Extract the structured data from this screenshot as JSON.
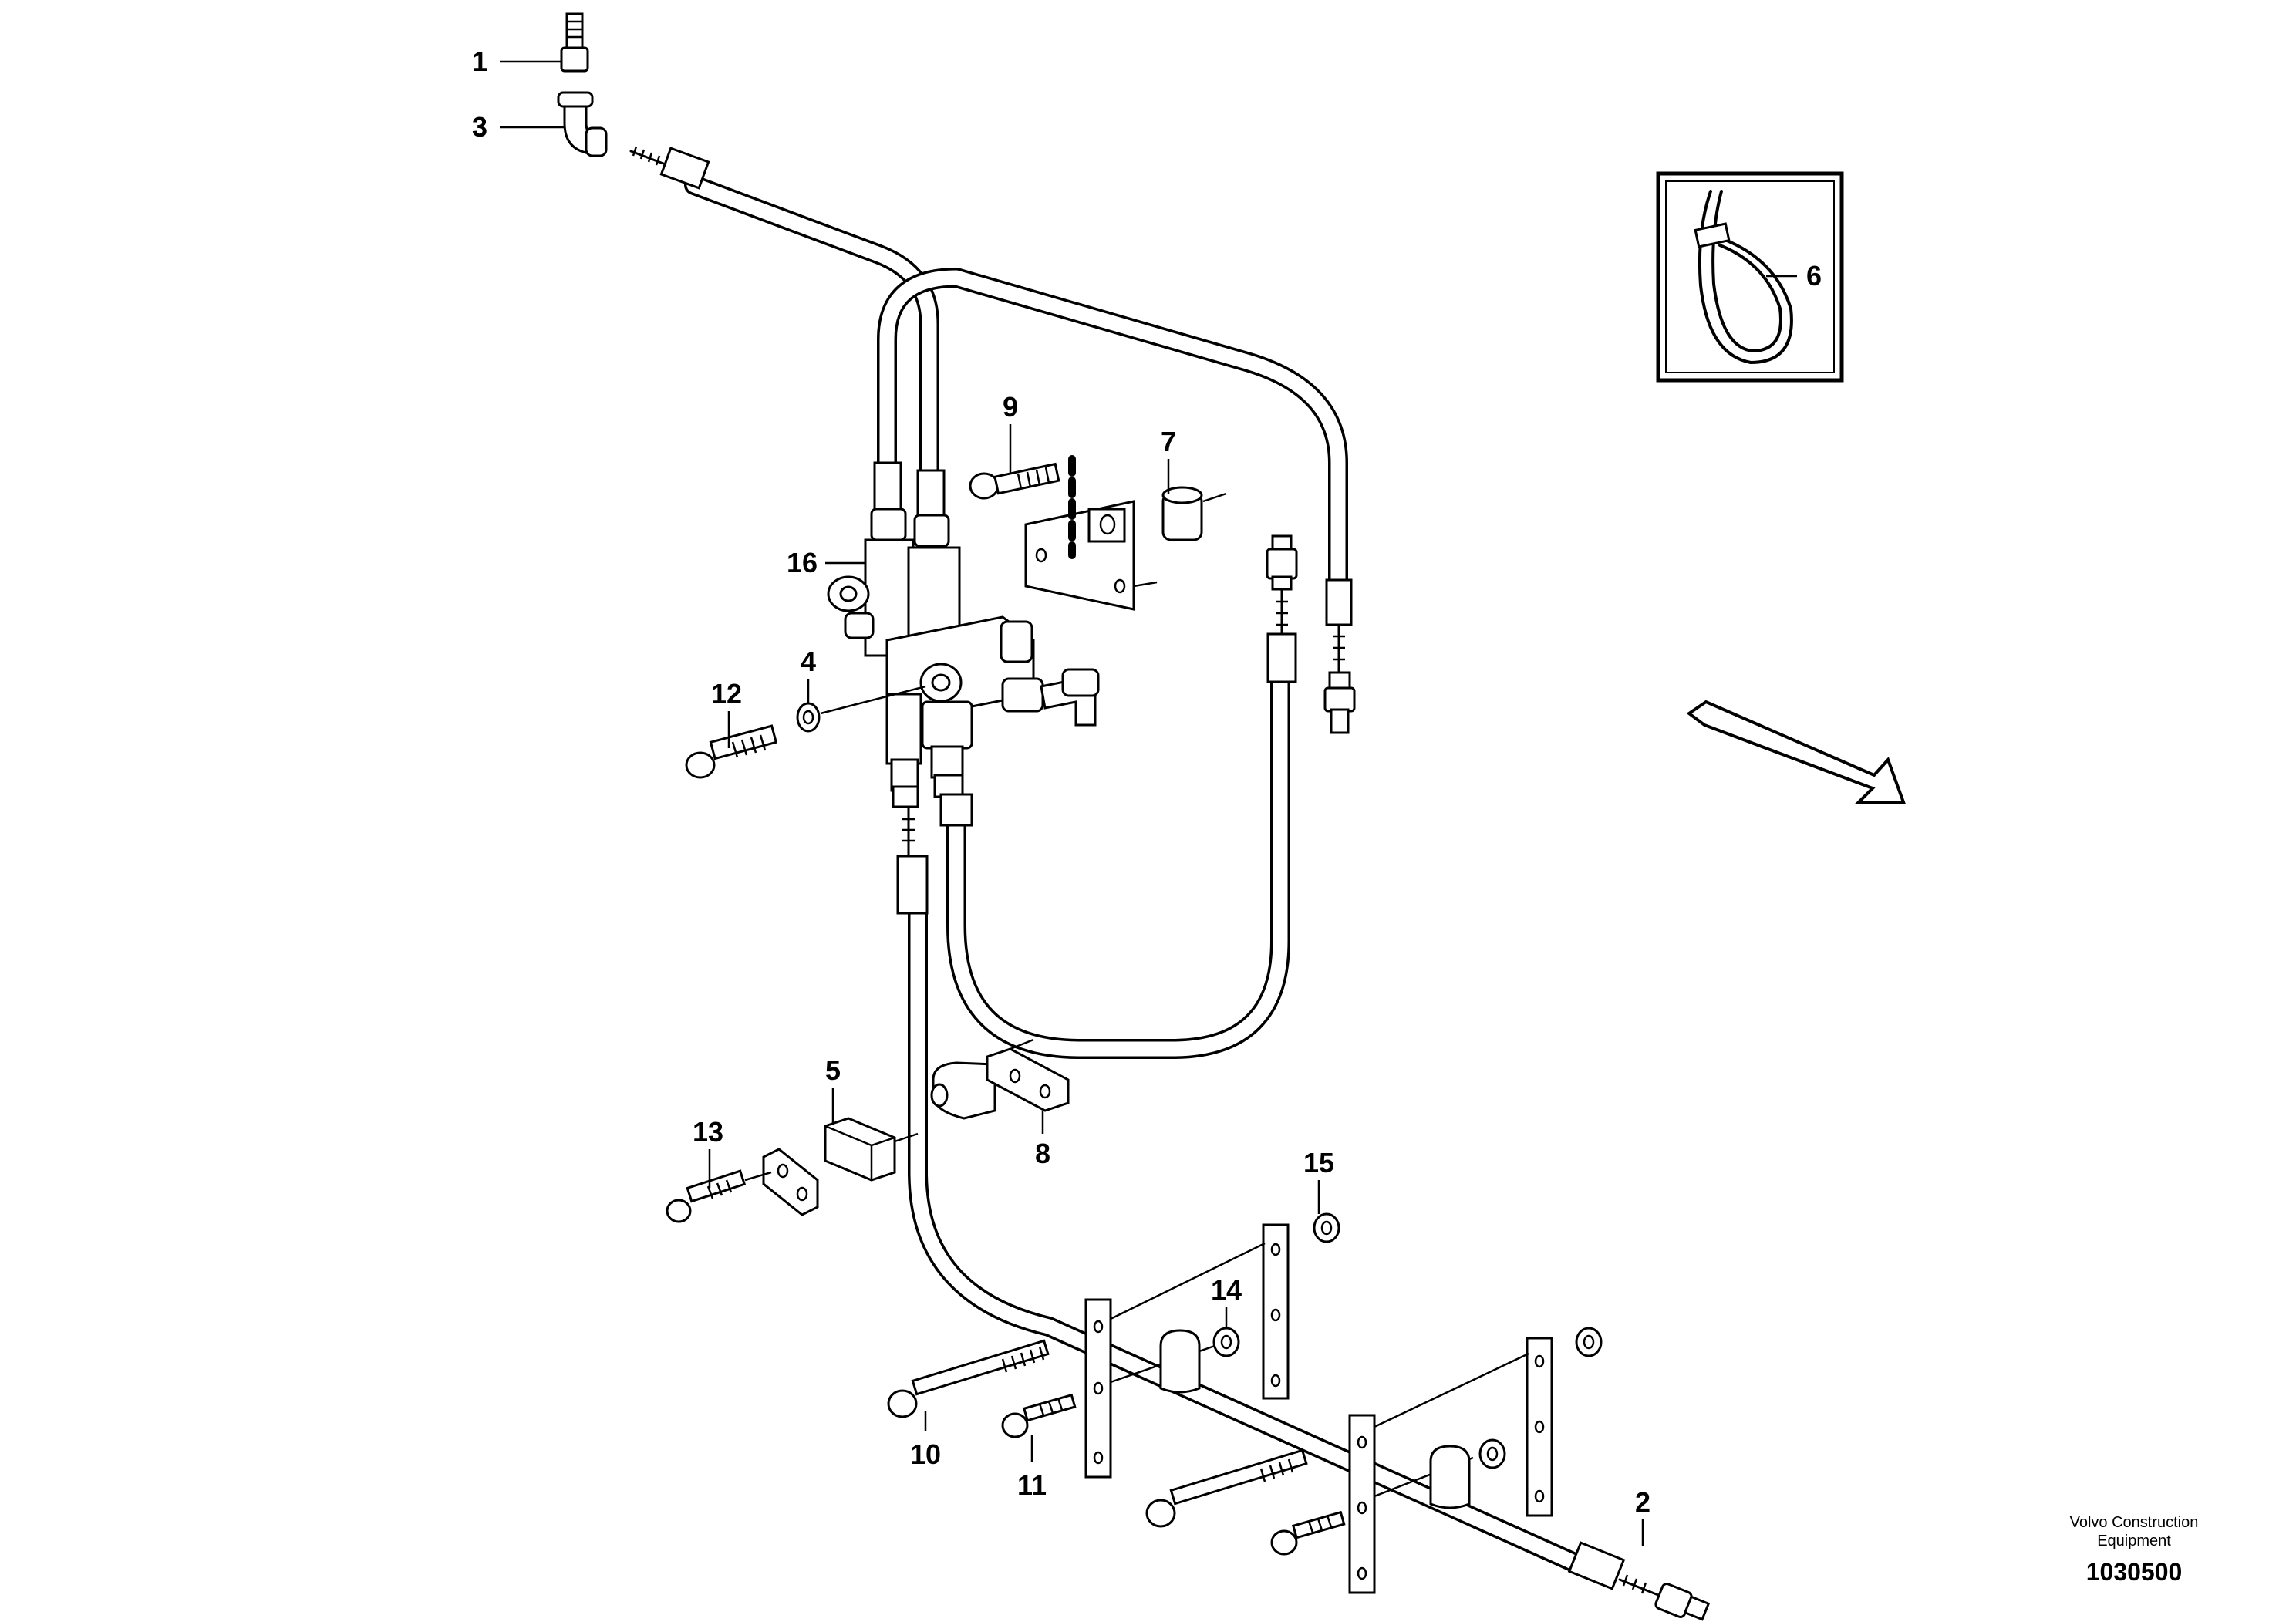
{
  "callouts": [
    {
      "number": "1"
    },
    {
      "number": "2"
    },
    {
      "number": "3"
    },
    {
      "number": "4"
    },
    {
      "number": "5"
    },
    {
      "number": "6"
    },
    {
      "number": "7"
    },
    {
      "number": "8"
    },
    {
      "number": "9"
    },
    {
      "number": "10"
    },
    {
      "number": "11"
    },
    {
      "number": "12"
    },
    {
      "number": "13"
    },
    {
      "number": "14"
    },
    {
      "number": "15"
    },
    {
      "number": "16"
    }
  ],
  "credit": {
    "brand_line1": "Volvo Construction",
    "brand_line2": "Equipment",
    "illustration_number": "1030500"
  }
}
